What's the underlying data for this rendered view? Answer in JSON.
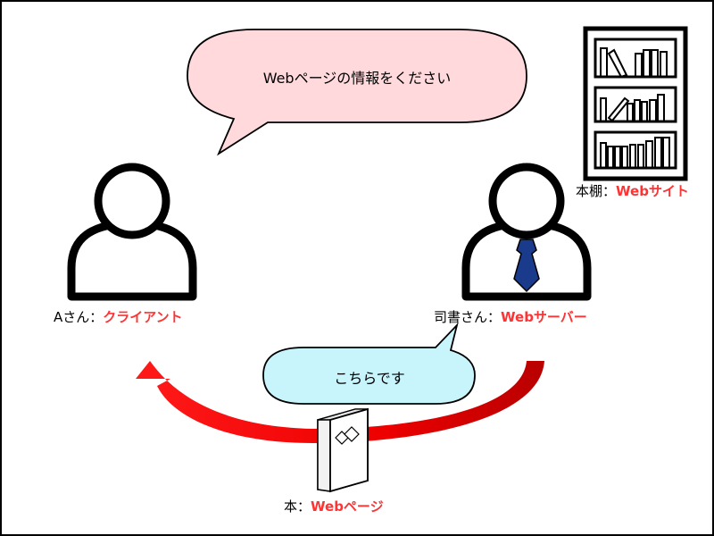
{
  "request_bubble": {
    "text": "Webページの情報をください"
  },
  "reply_bubble": {
    "text": "こちらです"
  },
  "client": {
    "prefix": "Aさん：",
    "role": "クライアント"
  },
  "server": {
    "prefix": "司書さん：",
    "role": "Webサーバー"
  },
  "bookshelf": {
    "prefix": "本棚：",
    "role": "Webサイト"
  },
  "book": {
    "prefix": "本：",
    "role": "Webページ"
  },
  "colors": {
    "request_bubble_fill": "#ffd9dc",
    "reply_bubble_fill": "#c8f4fb",
    "arrow": "#ee0000",
    "tie": "#1a3a8c",
    "highlight_text": "#ff3333"
  }
}
